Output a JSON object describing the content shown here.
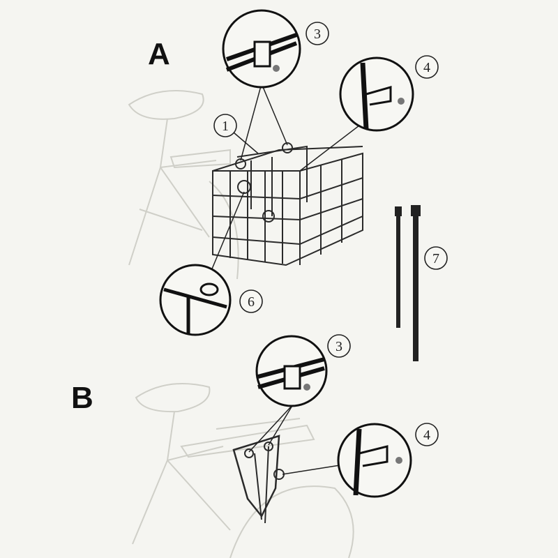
{
  "sections": {
    "a": "A",
    "b": "B"
  },
  "parts": {
    "a": {
      "p1": "1",
      "p3": "3",
      "p4": "4",
      "p6": "6",
      "p7": "7"
    },
    "b": {
      "p3": "3",
      "p4": "4"
    }
  }
}
